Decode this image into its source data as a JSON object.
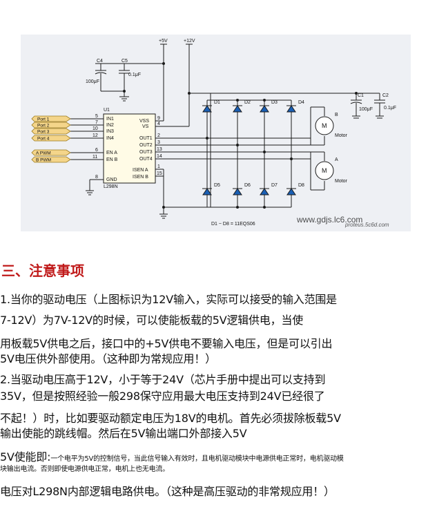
{
  "schematic": {
    "v5": "+5V",
    "v12": "+12V",
    "c4": "C4",
    "c4_val": "100μF",
    "c5": "C5",
    "c5_val": "0.1μF",
    "c1": "C1",
    "c1_val": "100μF",
    "c2": "C2",
    "c2_val": "0.1μF",
    "u1": "U1",
    "chip": "L298N",
    "ports": [
      "Port 1",
      "Port 2",
      "Port 3",
      "Port 4"
    ],
    "pwm": [
      "A PWM",
      "B PWM"
    ],
    "left_pins": [
      {
        "num": "5",
        "name": "IN1"
      },
      {
        "num": "7",
        "name": "IN2"
      },
      {
        "num": "10",
        "name": "IN3"
      },
      {
        "num": "12",
        "name": "IN4"
      },
      {
        "num": "6",
        "name": "EN A"
      },
      {
        "num": "11",
        "name": "EN B"
      },
      {
        "num": "8",
        "name": "GND"
      }
    ],
    "right_pins": [
      {
        "num": "9",
        "name": "VSS"
      },
      {
        "num": "4",
        "name": "VS"
      },
      {
        "num": "2",
        "name": "OUT1"
      },
      {
        "num": "3",
        "name": "OUT2"
      },
      {
        "num": "13",
        "name": "OUT3"
      },
      {
        "num": "14",
        "name": "OUT4"
      },
      {
        "num": "1",
        "name": "ISEN A"
      },
      {
        "num": "15",
        "name": "ISEN B"
      }
    ],
    "diodes": [
      "D1",
      "D2",
      "D3",
      "D4",
      "D5",
      "D6",
      "D7",
      "D8"
    ],
    "motor_b": "B",
    "motor_a": "A",
    "motor_label": "Motor",
    "motor_glyph": "M",
    "diode_note": "D1 ~ D8 = 11EQS06",
    "watermark1": "www.gdjs.lc6.com",
    "watermark2": "proteus.5c6d.com"
  },
  "section_title": "三、注意事项",
  "paragraphs": {
    "p1_l1": "1.当你的驱动电压（上图标识为12V输入，实际可以接受的输入范围是",
    "p1_l2": "7-12V）为7V-12V的时候，可以使能板载的5V逻辑供电，当使",
    "p1_l3": "用板载5V供电之后，接口中的+5V供电不要输入电压，但是可以引出",
    "p1_l4": "5V电压供外部使用。（这种即为常规应用！）",
    "p2_l1": "2.当驱动电压高于12V，小于等于24V（芯片手册中提出可以支持到",
    "p2_l2": "35V，但是按照经验一般298保守应用最大电压支持到24V已经很了",
    "p2_l3": "不起！）时，比如要驱动额定电压为18V的电机。首先必须拔除板载5V",
    "p2_l4": "输出使能的跳线帽。然后在5V输出端口外部接入5V",
    "p3_big": "5V使能即:",
    "p3_small1": "一个电平为5V的控制信号，当此信号输入有效时，且电机驱动模块中电源供电正常时，电机驱动模",
    "p3_small2": "块输出电流。否则即使电源供电正常，电机上也无电流。",
    "p4": "电压对L298N内部逻辑电路供电。（这种是高压驱动的非常规应用！）"
  }
}
